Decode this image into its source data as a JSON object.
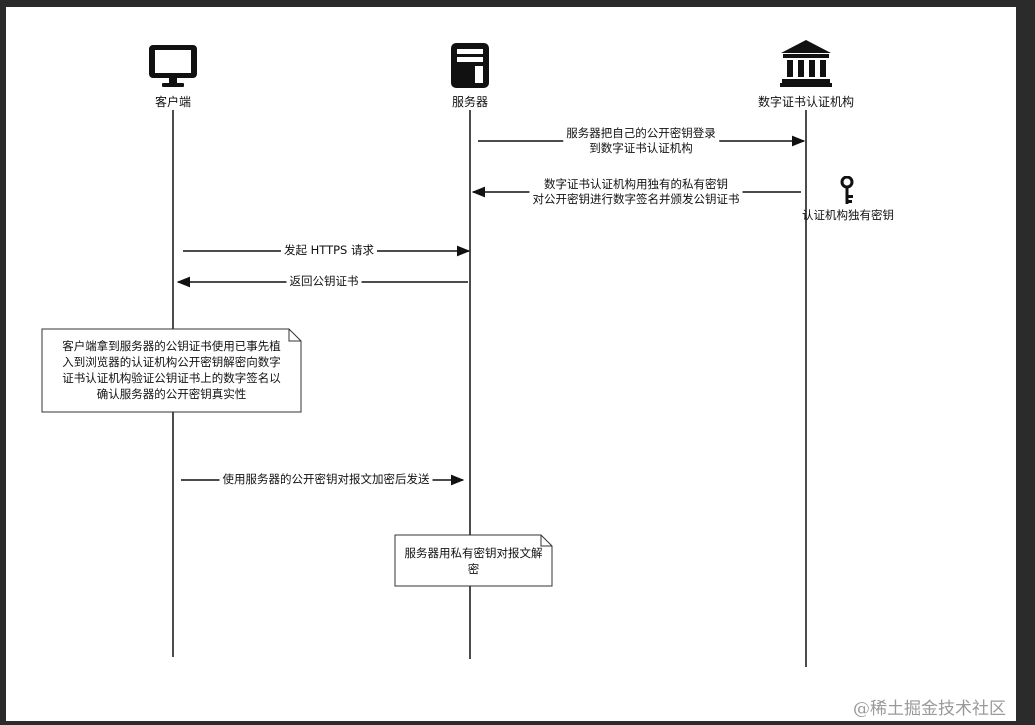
{
  "actors": {
    "client": {
      "label": "客户端",
      "icon": "monitor-icon"
    },
    "server": {
      "label": "服务器",
      "icon": "server-tower-icon"
    },
    "ca": {
      "label": "数字证书认证机构",
      "icon": "bank-building-icon"
    }
  },
  "messages": [
    {
      "lines": [
        "服务器把自己的公开密钥登录",
        "到数字证书认证机构"
      ]
    },
    {
      "lines": [
        "数字证书认证机构用独有的私有密钥",
        "对公开密钥进行数字签名并颁发公钥证书"
      ]
    },
    {
      "lines": [
        "发起 HTTPS 请求"
      ]
    },
    {
      "lines": [
        "返回公钥证书"
      ]
    },
    {
      "lines": [
        "使用服务器的公开密钥对报文加密后发送"
      ]
    }
  ],
  "ca_key": {
    "icon": "key-icon",
    "label": "认证机构独有密钥"
  },
  "notes": [
    {
      "lines": [
        "客户端拿到服务器的公钥证书使用已事先植",
        "入到浏览器的认证机构公开密钥解密向数字",
        "证书认证机构验证公钥证书上的数字签名以",
        "确认服务器的公开密钥真实性"
      ]
    },
    {
      "lines": [
        "服务器用私有密钥对报文解",
        "密"
      ]
    }
  ],
  "watermark": "@稀土掘金技术社区",
  "colors": {
    "line": "#111111",
    "background": "#ffffff",
    "frame": "#2b2b2b",
    "watermark": "#9a9a9a"
  }
}
